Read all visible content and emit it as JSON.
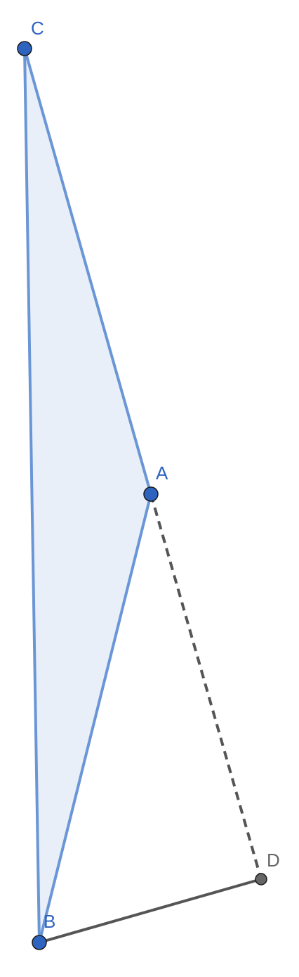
{
  "points": [
    {
      "id": "A",
      "label": "A"
    },
    {
      "id": "B",
      "label": "B"
    },
    {
      "id": "C",
      "label": "C"
    },
    {
      "id": "D",
      "label": "D"
    }
  ],
  "polygon": [
    "C",
    "A",
    "B"
  ],
  "segments": [
    {
      "from": "C",
      "to": "A",
      "style": "solid"
    },
    {
      "from": "A",
      "to": "B",
      "style": "solid"
    },
    {
      "from": "B",
      "to": "C",
      "style": "solid"
    },
    {
      "from": "A",
      "to": "D",
      "style": "dashed"
    },
    {
      "from": "B",
      "to": "D",
      "style": "solid"
    }
  ],
  "colors": {
    "primary": "#2f63c0",
    "primary_edge": "#6b96d6",
    "fill": "#e8eff8",
    "secondary": "#555555",
    "secondary_label": "#666666"
  }
}
